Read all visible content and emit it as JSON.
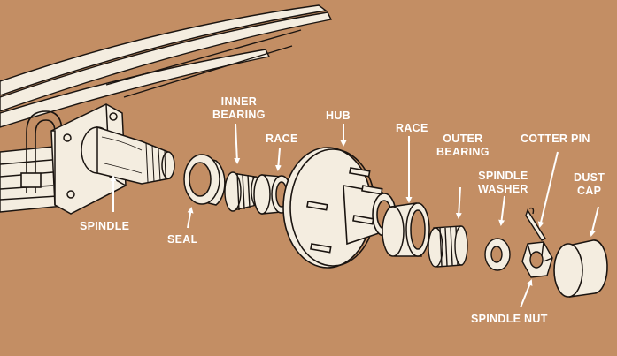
{
  "labels": {
    "spindle": "SPINDLE",
    "seal": "SEAL",
    "inner_bearing": [
      "INNER",
      "BEARING"
    ],
    "race_inner": "RACE",
    "hub": "HUB",
    "race_outer": "RACE",
    "outer_bearing": [
      "OUTER",
      "BEARING"
    ],
    "spindle_washer": [
      "SPINDLE",
      "WASHER"
    ],
    "cotter_pin": "COTTER PIN",
    "dust_cap": [
      "DUST",
      "CAP"
    ],
    "spindle_nut": "SPINDLE NUT"
  },
  "colors": {
    "background": "#c38e64",
    "line": "#1a1410",
    "part_fill": "#f4ede0",
    "label": "#ffffff"
  }
}
